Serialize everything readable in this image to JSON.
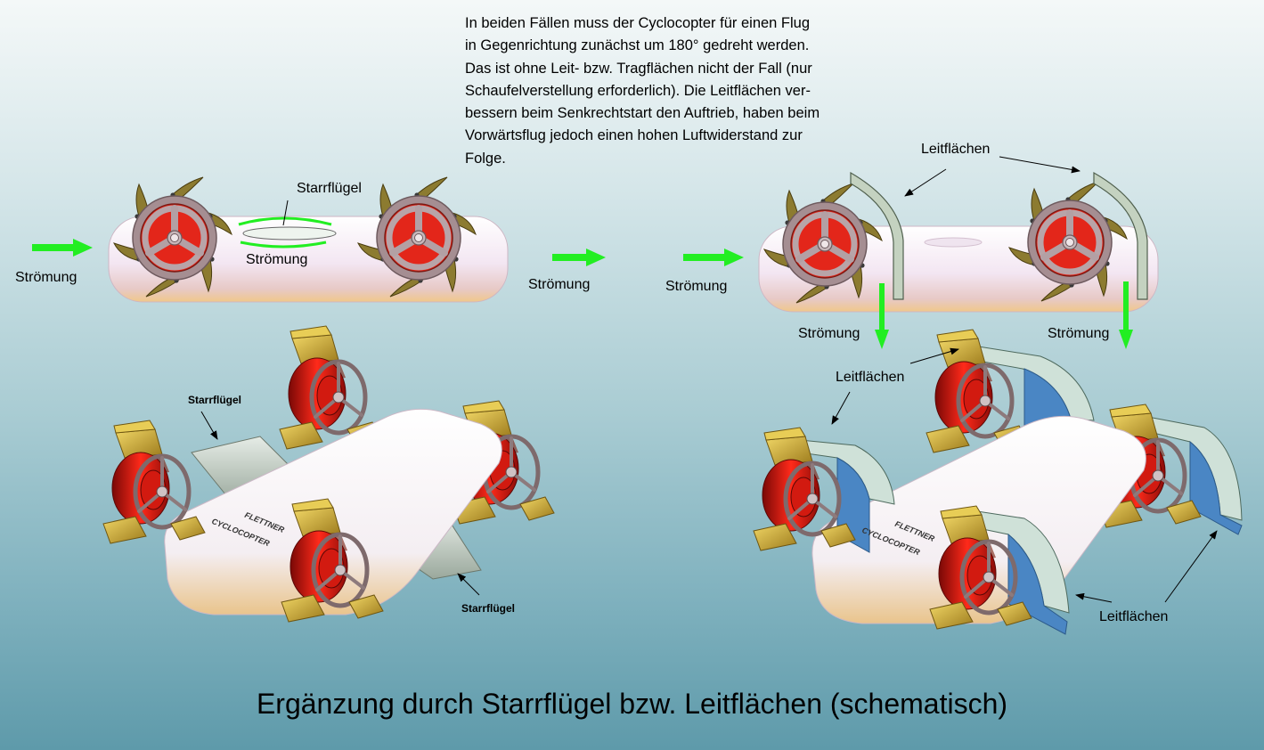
{
  "description": "In beiden Fällen muss der Cyclocopter für einen Flug\nin Gegenrichtung zunächst um 180° gedreht werden.\nDas ist ohne Leit- bzw. Tragflächen nicht der Fall (nur\nSchaufelverstellung erforderlich). Die Leitflächen ver-\nbessern beim Senkrechtstart den Auftrieb, haben beim\nVorwärtsflug jedoch einen hohen Luftwiderstand zur\nFolge.",
  "title": "Ergänzung durch Starrflügel bzw. Leitflächen (schematisch)",
  "labels": {
    "flow": "Strömung",
    "fixed_wing": "Starrflügel",
    "fixed_wing_small": "Starrflügel",
    "guide_vanes": "Leitflächen"
  },
  "fuselage_text": {
    "line1": "FLETTNER",
    "line2": "CYCLOCOPTER"
  },
  "colors": {
    "arrow_green": "#22ee22",
    "rotor_red": "#e01810",
    "rotor_ring": "#8a6e70",
    "blade_gold": "#c8a836",
    "vane_blue": "#4a86c4",
    "body": "#f8f2f8"
  }
}
